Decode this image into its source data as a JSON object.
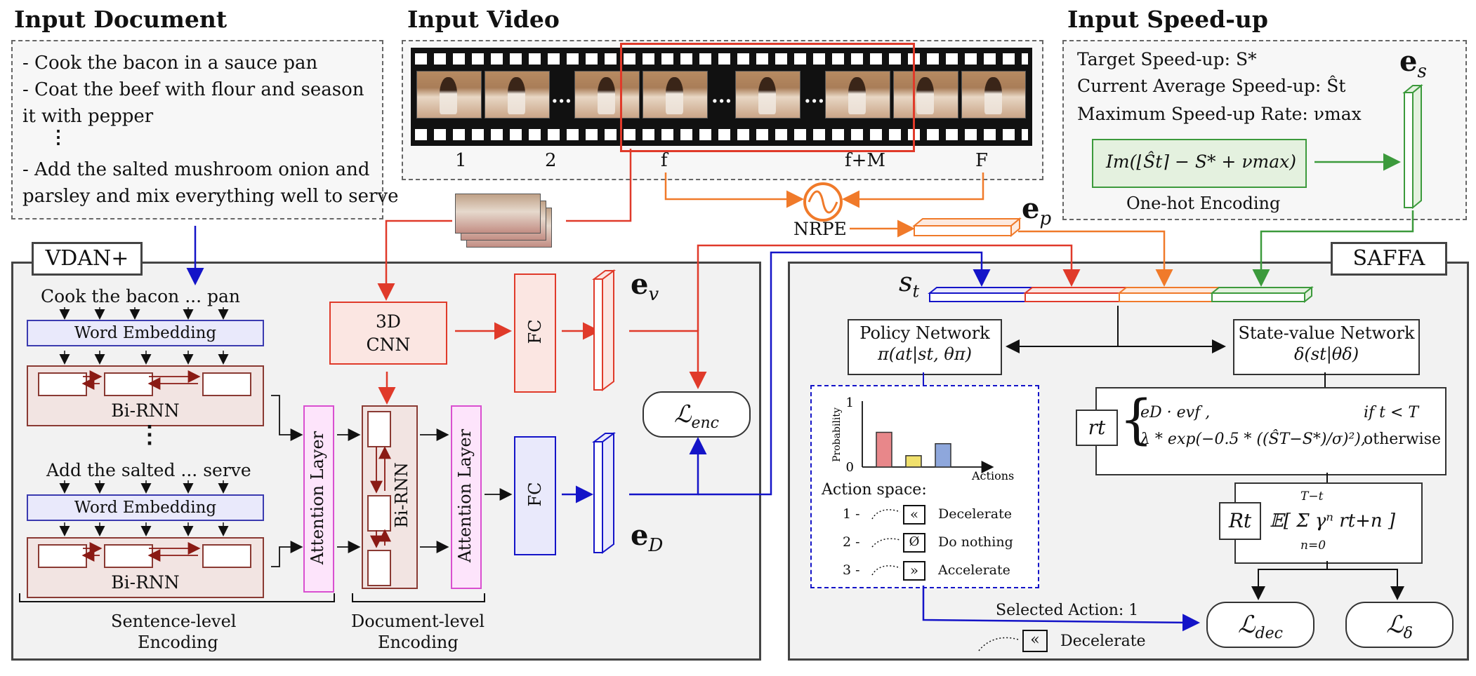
{
  "headings": {
    "input_document": "Input Document",
    "input_video": "Input Video",
    "input_speedup": "Input Speed-up"
  },
  "document": {
    "line1": "- Cook the bacon in a sauce pan",
    "line2": "- Coat the beef with flour and season",
    "line3": "it with pepper",
    "ellipsis": "⋮",
    "line4": "- Add the salted mushroom onion and",
    "line5": "parsley and mix everything well to serve"
  },
  "video": {
    "frame_labels": [
      "1",
      "2",
      "f",
      "f+M",
      "F"
    ],
    "dots": "..."
  },
  "speedup": {
    "target": "Target Speed-up: S*",
    "current": "Current Average Speed-up: Ŝt",
    "max_rate": "Maximum Speed-up Rate: νmax",
    "formula": "Im(⌊Ŝt⌉ − S* + νmax)",
    "onehot": "One-hot Encoding",
    "es": "e",
    "es_sub": "s"
  },
  "nrpe": "NRPE",
  "ep": "e",
  "ep_sub": "p",
  "vdan": {
    "title": "VDAN+",
    "sentence1": "Cook the bacon ... pan",
    "sentence2": "Add the salted ... serve",
    "word_embedding": "Word Embedding",
    "bi_rnn": "Bi-RNN",
    "attention_layer": "Attention Layer",
    "cnn3d_line1": "3D",
    "cnn3d_line2": "CNN",
    "fc": "FC",
    "ev": "e",
    "ev_sub": "v",
    "ed": "e",
    "ed_sub": "D",
    "loss_enc": "ℒ",
    "loss_enc_sub": "enc",
    "sentence_level_1": "Sentence-level",
    "sentence_level_2": "Encoding",
    "document_level_1": "Document-level",
    "document_level_2": "Encoding",
    "vdots": "⋮"
  },
  "saffa": {
    "title": "SAFFA",
    "state": "s",
    "state_sub": "t",
    "policy_title": "Policy Network",
    "policy_formula": "π(at|st, θπ)",
    "value_title": "State-value Network",
    "value_formula": "δ(st|θδ)",
    "rt_label": "rt",
    "rt_case1": "eD · evf ,",
    "rt_case1_cond": "if t < T",
    "rt_case2": "λ * exp(−0.5 * ((ŜT−S*)/σ)²),",
    "rt_case2_cond": "otherwise",
    "Rt_label": "Rt",
    "Rt_formula": "𝔼[ Σ γⁿ rt+n ]",
    "Rt_sum_top": "T−t",
    "Rt_sum_bottom": "n=0",
    "loss_dec": "ℒ",
    "loss_dec_sub": "dec",
    "loss_delta": "ℒ",
    "loss_delta_sub": "δ",
    "selected_action": "Selected Action: 1",
    "selected_action_name": "Decelerate"
  },
  "policy_chart": {
    "ylabel": "Probability",
    "xlabel": "Actions",
    "ytick_top": "1",
    "ytick_bottom": "0",
    "action_space_label": "Action space:",
    "actions": [
      {
        "num": "1 -",
        "icon": "«",
        "label": "Decelerate"
      },
      {
        "num": "2 -",
        "icon": "Ø",
        "label": "Do nothing"
      },
      {
        "num": "3 -",
        "icon": "»",
        "label": "Accelerate"
      }
    ]
  },
  "chart_data": {
    "type": "bar",
    "categories": [
      "1",
      "2",
      "3"
    ],
    "values": [
      0.55,
      0.18,
      0.37
    ],
    "colors": [
      "#e8878a",
      "#f0e06c",
      "#8ea7dc"
    ],
    "ylim": [
      0,
      1
    ],
    "xlabel": "Actions",
    "ylabel": "Probability"
  },
  "colors": {
    "red": "#e03a2a",
    "blue": "#1414c8",
    "orange": "#f07a2a",
    "green": "#3c9a3c",
    "darkred": "#8a1a14"
  }
}
